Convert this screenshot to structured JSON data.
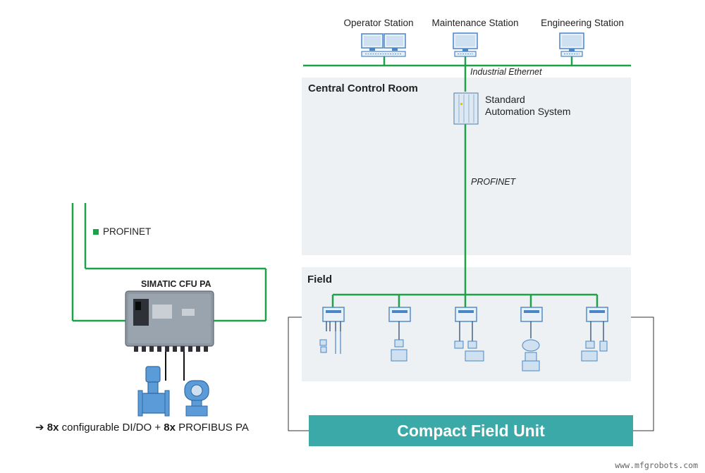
{
  "stations": {
    "operator": "Operator Station",
    "maintenance": "Maintenance Station",
    "engineering": "Engineering Station"
  },
  "networks": {
    "industrial_ethernet": "Industrial Ethernet",
    "profinet_italic": "PROFINET",
    "profinet_legend": "PROFINET"
  },
  "panels": {
    "central_control_room": "Central Control Room",
    "field": "Field"
  },
  "automation_system": {
    "line1": "Standard",
    "line2": "Automation System"
  },
  "cfu": {
    "device_title": "SIMATIC CFU PA",
    "banner": "Compact Field Unit"
  },
  "bottom_note": {
    "arrow": "➔",
    "count1": "8x",
    "text1": " configurable DI/DO + ",
    "count2": "8x",
    "text2": " PROFIBUS PA"
  },
  "watermark": "www.mfgrobots.com",
  "colors": {
    "network_green": "#1fa14a",
    "panel_gray": "#eef1f3",
    "banner_teal": "#3aa9a7",
    "device_blue": "#4a86c5"
  },
  "icons": [
    "operator-station-icon",
    "maintenance-station-icon",
    "engineering-station-icon",
    "automation-system-icon",
    "field-device-icon",
    "flowmeter-icon",
    "pressure-transmitter-icon",
    "cfu-device-icon"
  ]
}
